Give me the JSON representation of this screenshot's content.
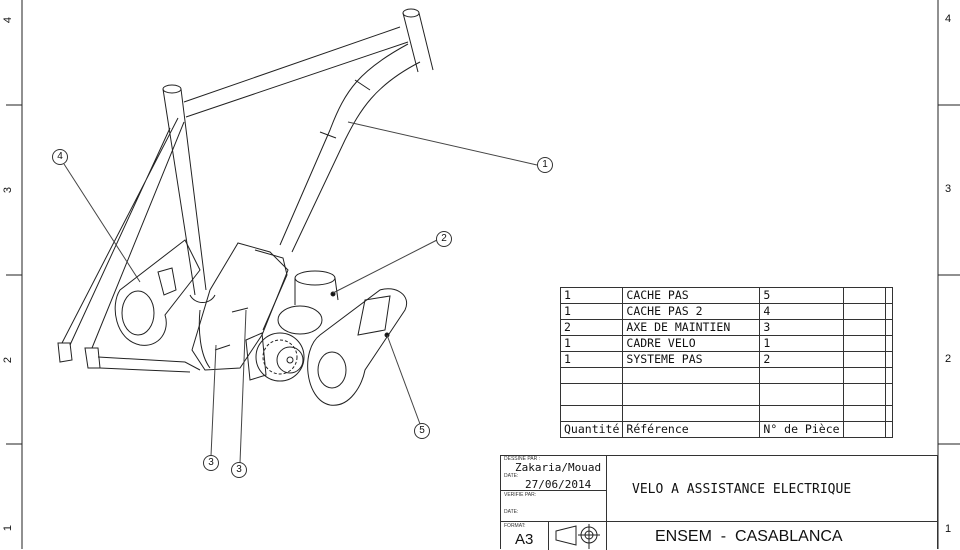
{
  "border": {
    "zones_left": [
      "4",
      "3",
      "2",
      "1"
    ],
    "zones_right": [
      "4",
      "3",
      "2",
      "1"
    ]
  },
  "balloons": {
    "b1": "1",
    "b2": "2",
    "b3a": "3",
    "b3b": "3",
    "b4": "4",
    "b5": "5"
  },
  "bom": {
    "rows": [
      {
        "qty": "1",
        "ref": "CACHE PAS",
        "num": "5"
      },
      {
        "qty": "1",
        "ref": "CACHE PAS 2",
        "num": "4"
      },
      {
        "qty": "2",
        "ref": "AXE DE MAINTIEN",
        "num": "3"
      },
      {
        "qty": "1",
        "ref": "CADRE VELO",
        "num": "1"
      },
      {
        "qty": "1",
        "ref": "SYSTEME PAS",
        "num": "2"
      }
    ],
    "header": {
      "qty": "Quantité",
      "ref": "Référence",
      "num": "N° de Pièce"
    }
  },
  "title_block": {
    "drawn_by_label": "DESSINE PAR :",
    "drawn_by": "Zakaria/Mouad",
    "date_label": "DATE:",
    "date": "27/06/2014",
    "checked_by_label": "VERIFIE PAR:",
    "date2_label": "DATE:",
    "format_label": "FORMAT:",
    "format": "A3",
    "title": "VELO A ASSISTANCE ELECTRIQUE",
    "school": "ENSEM  -  CASABLANCA"
  }
}
